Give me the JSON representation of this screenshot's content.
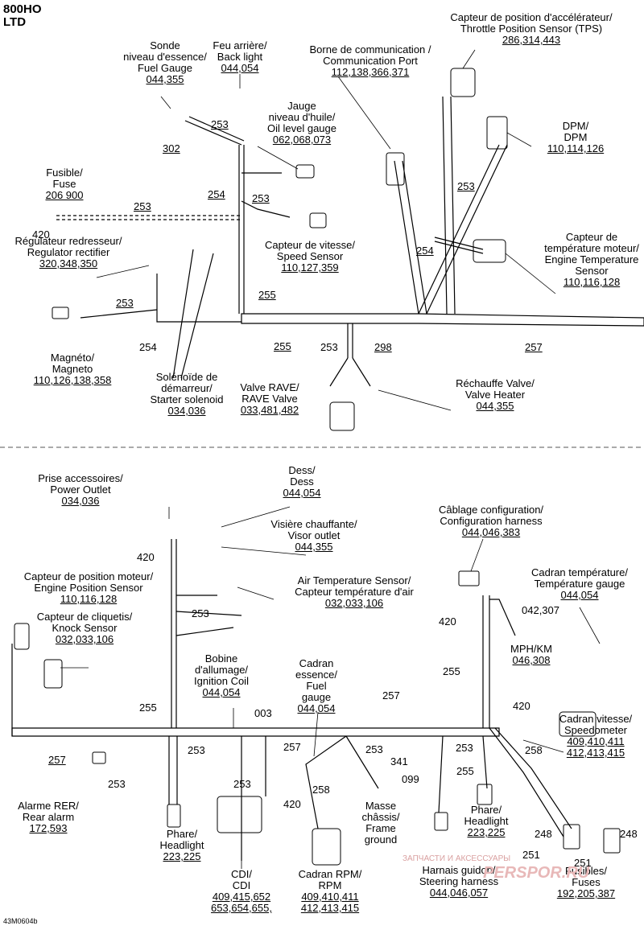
{
  "title": [
    "800HO",
    "LTD"
  ],
  "figure_code": "43M0604b",
  "watermark": {
    "line": "ЗАПЧАСТИ И АКСЕССУАРЫ",
    "brand": "PERSPOR.RU"
  },
  "colors": {
    "wire": "#000000",
    "wire_dash": "#777777",
    "watermark": "#d9a0a0"
  },
  "components": [
    {
      "lines": [
        "Capteur de position d'accélérateur/",
        "Throttle Position Sensor (TPS)"
      ],
      "codes": "286,314,443"
    },
    {
      "lines": [
        "Sonde",
        "niveau d'essence/",
        "Fuel Gauge"
      ],
      "codes": "044,355"
    },
    {
      "lines": [
        "Feu arrière/",
        "Back light"
      ],
      "codes": "044,054"
    },
    {
      "lines": [
        "Borne de communication /",
        "Communication Port"
      ],
      "codes": "112,138,366,371"
    },
    {
      "lines": [
        "Jauge",
        "niveau d'huile/",
        "Oil level gauge"
      ],
      "codes": "062,068,073"
    },
    {
      "lines": [
        "DPM/",
        "DPM"
      ],
      "codes": "110,114,126"
    },
    {
      "lines": [
        "Fusible/",
        "Fuse"
      ],
      "codes": "206 900"
    },
    {
      "lines": [
        "Capteur de",
        "température moteur/",
        "Engine Temperature",
        "Sensor"
      ],
      "codes": "110,116,128"
    },
    {
      "lines": [
        "Régulateur redresseur/",
        "Regulator rectifier"
      ],
      "codes": "320,348,350"
    },
    {
      "lines": [
        "Capteur de vitesse/",
        "Speed Sensor"
      ],
      "codes": "110,127,359"
    },
    {
      "lines": [
        "Magnéto/",
        "Magneto"
      ],
      "codes": "110,126,138,358"
    },
    {
      "lines": [
        "Solénoïde de",
        "démarreur/",
        "Starter solenoid"
      ],
      "codes": "034,036"
    },
    {
      "lines": [
        "Valve RAVE/",
        "RAVE Valve"
      ],
      "codes": "033,481,482"
    },
    {
      "lines": [
        "Réchauffe Valve/",
        "Valve Heater"
      ],
      "codes": "044,355"
    },
    {
      "lines": [
        "Prise accessoires/",
        "Power Outlet"
      ],
      "codes": "034,036"
    },
    {
      "lines": [
        "Dess/",
        "Dess"
      ],
      "codes": "044,054"
    },
    {
      "lines": [
        "Câblage configuration/",
        "Configuration harness"
      ],
      "codes": "044,046,383"
    },
    {
      "lines": [
        "Visière chauffante/",
        "Visor outlet"
      ],
      "codes": "044,355"
    },
    {
      "lines": [
        "Capteur de position moteur/",
        "Engine Position Sensor"
      ],
      "codes": "110,116,128"
    },
    {
      "lines": [
        "Air Temperature Sensor/",
        "Capteur température d'air"
      ],
      "codes": "032,033,106"
    },
    {
      "lines": [
        "Cadran température/",
        "Température gauge"
      ],
      "codes": "044,054"
    },
    {
      "lines": [
        "Capteur de cliquetis/",
        "Knock Sensor"
      ],
      "codes": "032,033,106"
    },
    {
      "lines": [
        "MPH/KM"
      ],
      "codes": "046,308"
    },
    {
      "lines": [
        "Bobine",
        "d'allumage/",
        "Ignition Coil"
      ],
      "codes": "044,054"
    },
    {
      "lines": [
        "Cadran",
        "essence/",
        "Fuel",
        "gauge"
      ],
      "codes": "044,054"
    },
    {
      "lines": [
        "Cadran vitesse/",
        "Speedometer"
      ],
      "codes": "409,410,411",
      "codes2": "412,413,415"
    },
    {
      "lines": [
        "Alarme RER/",
        "Rear alarm"
      ],
      "codes": "172,593"
    },
    {
      "lines": [
        "Masse",
        "châssis/",
        "Frame",
        "ground"
      ],
      "codes": ""
    },
    {
      "lines": [
        "Phare/",
        "Headlight"
      ],
      "codes": "223,225"
    },
    {
      "lines": [
        "Phare/",
        "Headlight"
      ],
      "codes": "223,225"
    },
    {
      "lines": [
        "CDI/",
        "CDI"
      ],
      "codes": "409,415,652",
      "codes2": "653,654,655,"
    },
    {
      "lines": [
        "Cadran RPM/",
        "RPM"
      ],
      "codes": "409,410,411",
      "codes2": "412,413,415"
    },
    {
      "lines": [
        "Harnais guidon/",
        "Steering harness"
      ],
      "codes": "044,046,057"
    },
    {
      "lines": [
        "Fusibles/",
        "Fuses"
      ],
      "codes": "192,205,387"
    }
  ],
  "part_numbers": [
    {
      "text": "253"
    },
    {
      "text": "302"
    },
    {
      "text": "254"
    },
    {
      "text": "253"
    },
    {
      "text": "253"
    },
    {
      "text": "420"
    },
    {
      "text": "253"
    },
    {
      "text": "254"
    },
    {
      "text": "255"
    },
    {
      "text": "254"
    },
    {
      "text": "255"
    },
    {
      "text": "253"
    },
    {
      "text": "298"
    },
    {
      "text": "257"
    },
    {
      "text": "253"
    },
    {
      "text": "420"
    },
    {
      "text": "253"
    },
    {
      "text": "420"
    },
    {
      "text": "042,307"
    },
    {
      "text": "255"
    },
    {
      "text": "255"
    },
    {
      "text": "003"
    },
    {
      "text": "257"
    },
    {
      "text": "420"
    },
    {
      "text": "257"
    },
    {
      "text": "253"
    },
    {
      "text": "257"
    },
    {
      "text": "253"
    },
    {
      "text": "253"
    },
    {
      "text": "258"
    },
    {
      "text": "253"
    },
    {
      "text": "420"
    },
    {
      "text": "253"
    },
    {
      "text": "341"
    },
    {
      "text": "099"
    },
    {
      "text": "258"
    },
    {
      "text": "255"
    },
    {
      "text": "248"
    },
    {
      "text": "248"
    },
    {
      "text": "251"
    },
    {
      "text": "251"
    }
  ]
}
